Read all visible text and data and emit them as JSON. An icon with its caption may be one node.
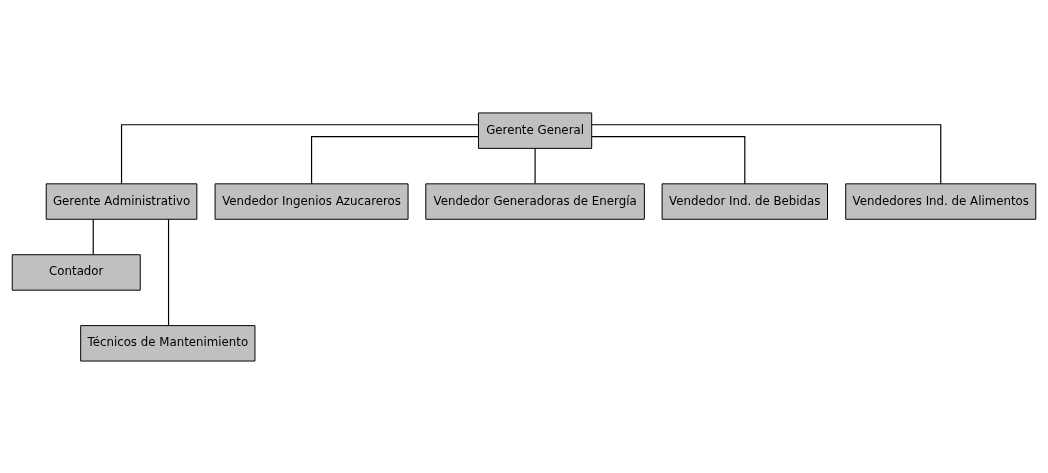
{
  "diagram": {
    "nodes": [
      {
        "text": [
          "Gerente General"
        ]
      },
      {
        "text": [
          "Gerente Administrativo"
        ]
      },
      {
        "text": [
          "Contador"
        ]
      },
      {
        "text": [
          "Vendedor Ingenios Azucareros"
        ]
      },
      {
        "text": [
          "Vendedor Generadoras de Energía"
        ]
      },
      {
        "text": [
          "Vendedor Ind. de Bebidas"
        ]
      },
      {
        "text": [
          "Vendedores Ind. de Alimentos"
        ]
      },
      {
        "text": [
          "Técnicos de Mantenimiento"
        ]
      }
    ],
    "edges": [
      {
        "from": 0,
        "to": 1,
        "arrow": "none"
      },
      {
        "from": 0,
        "to": 3,
        "arrow": "none"
      },
      {
        "from": 0,
        "to": 4,
        "arrow": "none"
      },
      {
        "from": 0,
        "to": 5,
        "arrow": "none"
      },
      {
        "from": 0,
        "to": 6,
        "arrow": "none"
      },
      {
        "from": 1,
        "to": 2,
        "arrow": "none"
      },
      {
        "from": 1,
        "to": 7,
        "arrow": "none"
      }
    ]
  }
}
